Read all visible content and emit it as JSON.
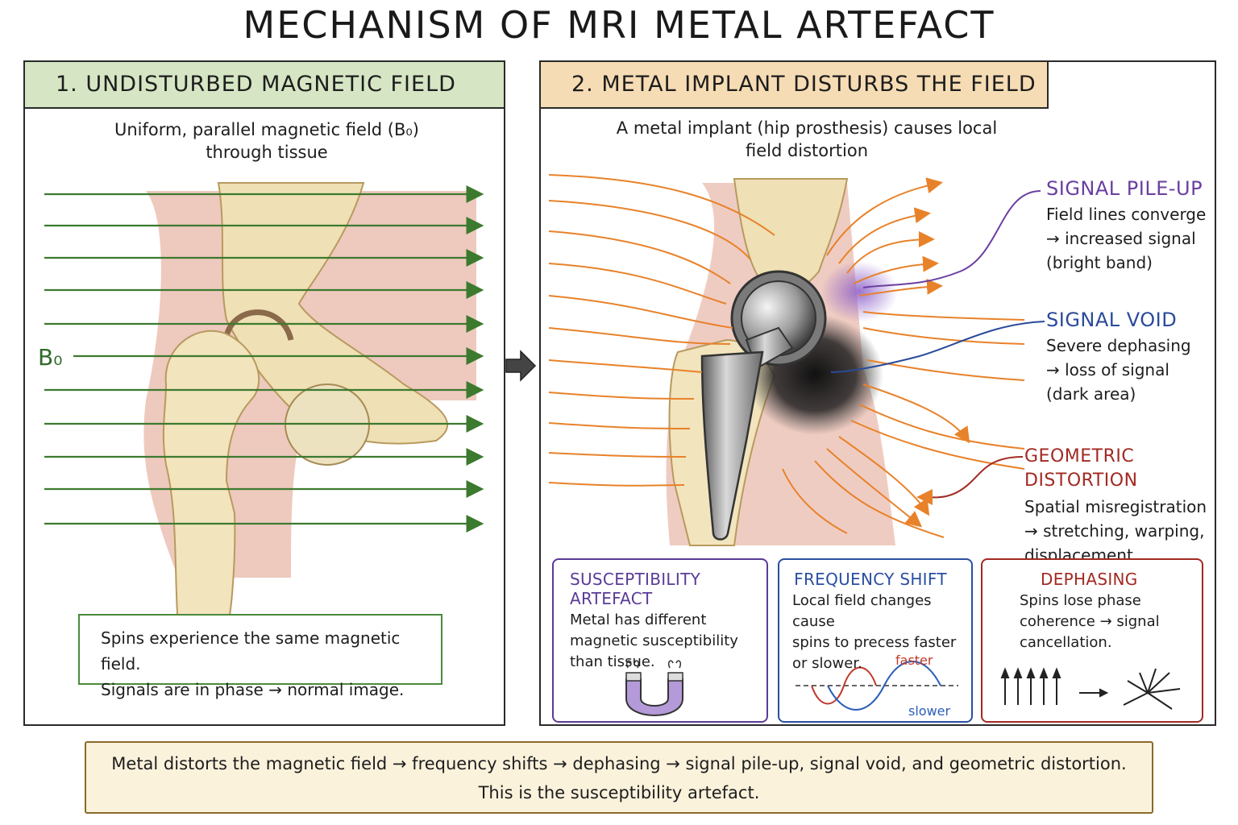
{
  "title": "MECHANISM OF MRI METAL ARTEFACT",
  "panel1": {
    "header": "1. UNDISTURBED MAGNETIC FIELD",
    "subtitle_line1": "Uniform, parallel magnetic field (B₀)",
    "subtitle_line2": "through tissue",
    "field_label": "B₀",
    "note_line1": "Spins experience the same magnetic field.",
    "note_line2": "Signals are in phase → normal image.",
    "field_color": "#3c7a2f"
  },
  "panel2": {
    "header": "2. METAL IMPLANT DISTURBS THE FIELD",
    "subtitle_line1": "A metal implant (hip prosthesis) causes local",
    "subtitle_line2": "field distortion",
    "field_color": "#e8822a",
    "callouts": {
      "pileup": {
        "head": "SIGNAL PILE-UP",
        "lines": [
          "Field lines converge",
          "→ increased signal",
          "(bright band)"
        ],
        "color": "#6a3fa0"
      },
      "void": {
        "head": "SIGNAL VOID",
        "lines": [
          "Severe dephasing",
          "→ loss of signal",
          "(dark area)"
        ],
        "color": "#2a4a9a"
      },
      "distortion": {
        "head": "GEOMETRIC DISTORTION",
        "lines": [
          "Spatial misregistration",
          "→ stretching, warping,",
          "displacement"
        ],
        "color": "#a22a22"
      }
    },
    "boxes": {
      "susceptibility": {
        "head": "SUSCEPTIBILITY ARTEFACT",
        "lines": [
          "Metal has different",
          "magnetic susceptibility",
          "than tissue."
        ],
        "color": "#5a3b96"
      },
      "frequency": {
        "head": "FREQUENCY SHIFT",
        "lines": [
          "Local field changes cause",
          "spins to precess faster",
          "or slower."
        ],
        "faster": "faster",
        "slower": "slower",
        "color": "#2a4fa0"
      },
      "dephasing": {
        "head": "DEPHASING",
        "lines": [
          "Spins lose phase",
          "coherence → signal",
          "cancellation."
        ],
        "color": "#a22a22"
      }
    }
  },
  "summary": {
    "line1": "Metal distorts the magnetic field → frequency shifts → dephasing → signal pile-up, signal void, and geometric distortion.",
    "line2": "This is the susceptibility artefact."
  }
}
